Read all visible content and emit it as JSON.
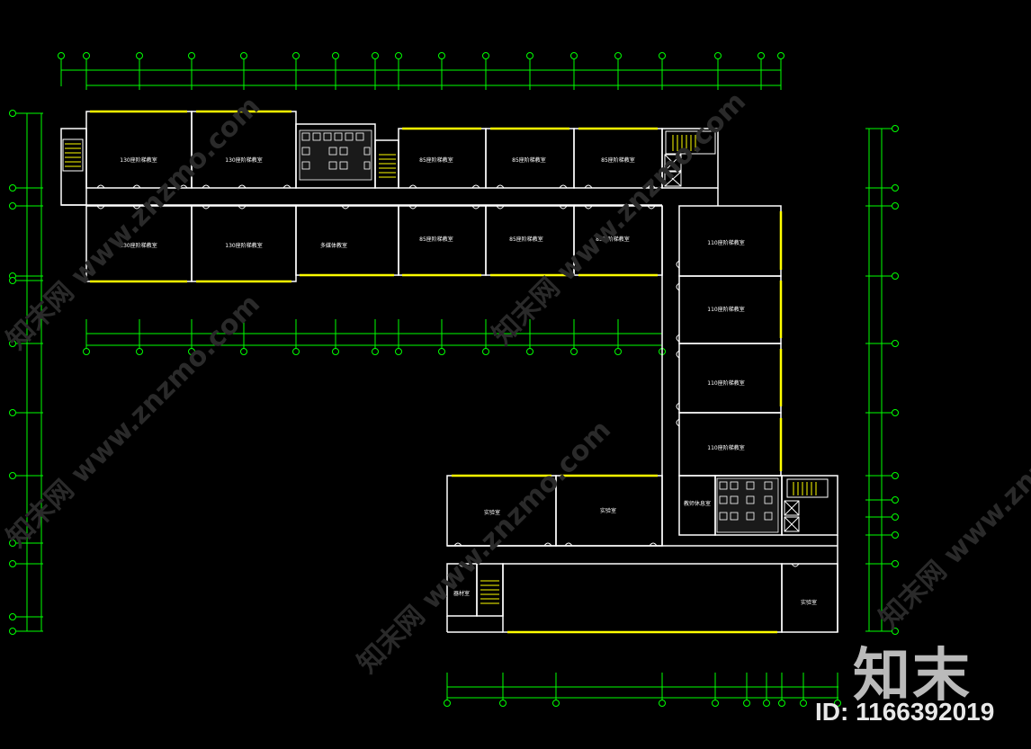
{
  "drawing": {
    "colors": {
      "background": "#000000",
      "wall": "#ffffff",
      "window": "#ffff00",
      "dimension": "#00ff00",
      "grid_bubble": "#00ff00",
      "watermark": "#bfbfbf"
    },
    "rooms": {
      "r130a": "130座阶梯教室",
      "r130b": "130座阶梯教室",
      "r130c": "130座阶梯教室",
      "r130d": "130座阶梯教室",
      "r85a": "85座阶梯教室",
      "r85b": "85座阶梯教室",
      "r85c": "85座阶梯教室",
      "r85d": "85座阶梯教室",
      "r85e": "85座阶梯教室",
      "r85f": "85座阶梯教室",
      "r_multi": "多媒体教室",
      "r110a": "110座阶梯教室",
      "r110b": "110座阶梯教室",
      "r110c": "110座阶梯教室",
      "r110d": "110座阶梯教室",
      "r_lab1": "实验室",
      "r_lab2": "实验室",
      "r_lab3": "实验室",
      "r_store": "器材室",
      "r_prep": "教师休息室"
    }
  },
  "watermark": {
    "brand": "知末",
    "id_label": "ID: 1166392019",
    "diagonal_text": "知末网 www.znzmo.com"
  }
}
